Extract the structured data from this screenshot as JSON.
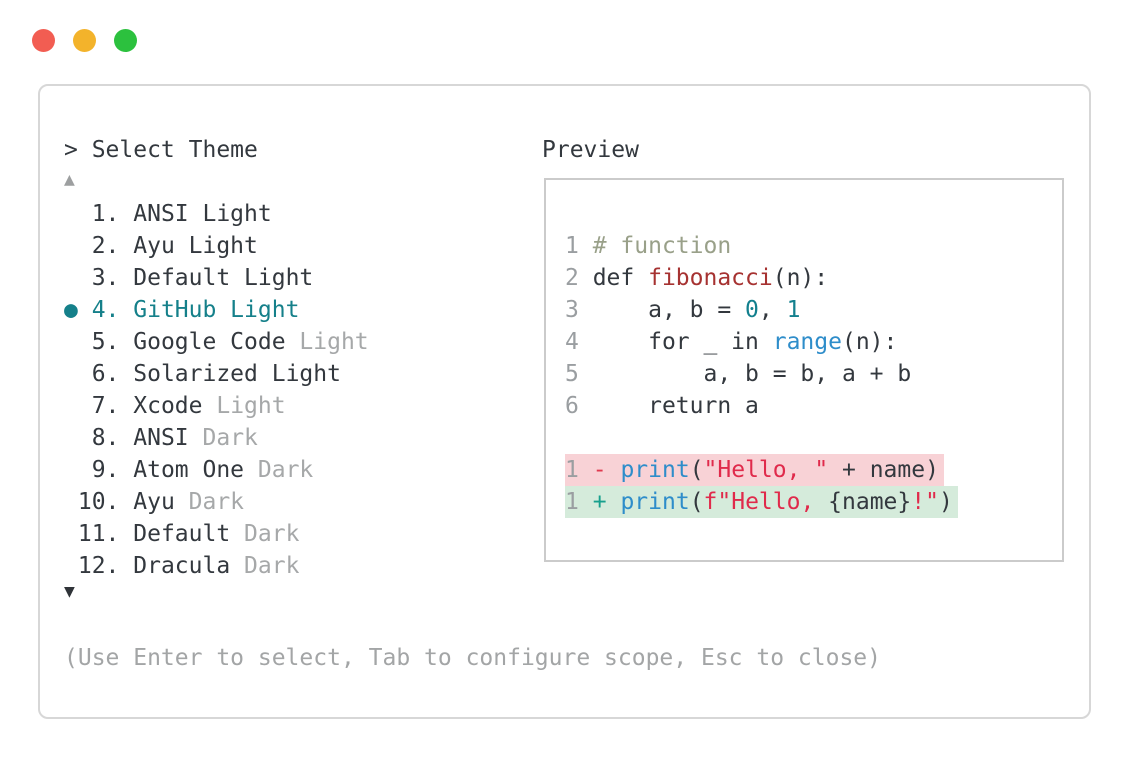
{
  "colors": {
    "dark": "#33383e",
    "dim": "#a6a8a9",
    "teal": "#15808a",
    "comment": "#99a089",
    "func": "#a63231",
    "number": "#13808e",
    "blue": "#2e8dca",
    "string": "#e02a4b",
    "del": "#e0394f",
    "add": "#17a08d",
    "bg_del": "#f8d2d6",
    "bg_add": "#d5ebdb",
    "line_num": "#9a9ea1",
    "help": "#a3a5a6",
    "arrow_up": "#9d9fa0",
    "arrow_down": "#2f3338",
    "panel_border": "#d7d7d7",
    "preview_border": "#cbcbcb",
    "traffic_red": "#f25d52",
    "traffic_yellow": "#f3b32b",
    "traffic_green": "#2cc13e"
  },
  "picker": {
    "prompt": "> Select Theme",
    "scroll_up_icon": "▲",
    "scroll_down_icon": "▼",
    "selected_marker": "●",
    "help": "(Use Enter to select, Tab to configure scope, Esc to close)",
    "items": [
      {
        "num": " 1",
        "name": "ANSI Light",
        "dim": "",
        "selected": false
      },
      {
        "num": " 2",
        "name": "Ayu Light",
        "dim": "",
        "selected": false
      },
      {
        "num": " 3",
        "name": "Default Light",
        "dim": "",
        "selected": false
      },
      {
        "num": " 4",
        "name": "GitHub Light",
        "dim": "",
        "selected": true
      },
      {
        "num": " 5",
        "name": "Google Code ",
        "dim": "Light",
        "selected": false
      },
      {
        "num": " 6",
        "name": "Solarized Light",
        "dim": "",
        "selected": false
      },
      {
        "num": " 7",
        "name": "Xcode ",
        "dim": "Light",
        "selected": false
      },
      {
        "num": " 8",
        "name": "ANSI ",
        "dim": "Dark",
        "selected": false
      },
      {
        "num": " 9",
        "name": "Atom One ",
        "dim": "Dark",
        "selected": false
      },
      {
        "num": "10",
        "name": "Ayu ",
        "dim": "Dark",
        "selected": false
      },
      {
        "num": "11",
        "name": "Default ",
        "dim": "Dark",
        "selected": false
      },
      {
        "num": "12",
        "name": "Dracula ",
        "dim": "Dark",
        "selected": false
      }
    ]
  },
  "preview": {
    "label": "Preview",
    "code_lines": [
      {
        "bg": "",
        "spans": [
          [
            "ln",
            "1 "
          ],
          [
            "comment",
            "# function"
          ]
        ]
      },
      {
        "bg": "",
        "spans": [
          [
            "ln",
            "2 "
          ],
          [
            "plain",
            "def "
          ],
          [
            "func",
            "fibonacci"
          ],
          [
            "plain",
            "(n):"
          ]
        ]
      },
      {
        "bg": "",
        "spans": [
          [
            "ln",
            "3 "
          ],
          [
            "plain",
            "    a, b = "
          ],
          [
            "num",
            "0"
          ],
          [
            "plain",
            ", "
          ],
          [
            "num",
            "1"
          ]
        ]
      },
      {
        "bg": "",
        "spans": [
          [
            "ln",
            "4 "
          ],
          [
            "plain",
            "    for _ in "
          ],
          [
            "blue",
            "range"
          ],
          [
            "plain",
            "(n):"
          ]
        ]
      },
      {
        "bg": "",
        "spans": [
          [
            "ln",
            "5 "
          ],
          [
            "plain",
            "        a, b = b, a + b"
          ]
        ]
      },
      {
        "bg": "",
        "spans": [
          [
            "ln",
            "6 "
          ],
          [
            "plain",
            "    return a"
          ]
        ]
      },
      {
        "bg": "",
        "spans": []
      },
      {
        "bg": "del",
        "spans": [
          [
            "ln",
            "1"
          ],
          [
            "plain",
            " "
          ],
          [
            "del",
            "-"
          ],
          [
            "plain",
            " "
          ],
          [
            "blue",
            "print"
          ],
          [
            "plain",
            "("
          ],
          [
            "str",
            "\"Hello, \""
          ],
          [
            "plain",
            " + name)"
          ]
        ]
      },
      {
        "bg": "add",
        "spans": [
          [
            "ln",
            "1"
          ],
          [
            "plain",
            " "
          ],
          [
            "add",
            "+"
          ],
          [
            "plain",
            " "
          ],
          [
            "blue",
            "print"
          ],
          [
            "plain",
            "("
          ],
          [
            "str",
            "f\"Hello, "
          ],
          [
            "plain",
            "{name}"
          ],
          [
            "str",
            "!\""
          ],
          [
            "plain",
            ")"
          ]
        ]
      }
    ]
  }
}
